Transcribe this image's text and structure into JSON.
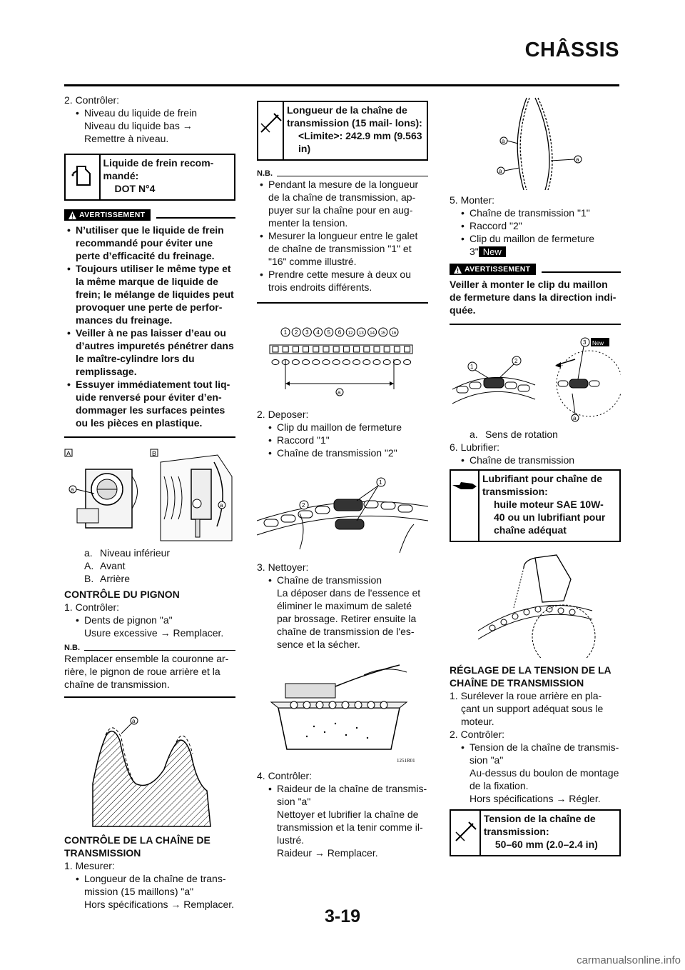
{
  "header": {
    "title": "CHÂSSIS"
  },
  "col1": {
    "step2": "2. Contrôler:",
    "b1": "Niveau du liquide de frein",
    "b1_detail": "Niveau du liquide bas → Remettre à niveau.",
    "spec1": {
      "title": "Liquide de frein recom- mandé:",
      "value": "DOT N°4"
    },
    "warn_label": "AVERTISSEMENT",
    "warn_items": [
      "N’utiliser que le liquide de frein recommandé pour éviter une perte d’efficacité du freinage.",
      "Toujours utiliser le même type et la même marque de liquide de frein; le mélange de liquides peut provoquer une perte de perfor- mances du freinage.",
      "Veiller à ne pas laisser d’eau ou d’autres impuretés pénétrer dans le maître-cylindre lors du remplissage.",
      "Essuyer immédiatement tout liq- uide renversé pour éviter d’en- dommager les surfaces peintes ou les pièces en plastique."
    ],
    "fig1_labels": {
      "A": "A",
      "B": "B",
      "a": "a"
    },
    "captions": [
      {
        "k": "a.",
        "t": "Niveau inférieur"
      },
      {
        "k": "A.",
        "t": "Avant"
      },
      {
        "k": "B.",
        "t": "Arrière"
      }
    ],
    "h_pignon": "CONTRÔLE DU PIGNON",
    "p_step1": "1. Contrôler:",
    "p_b1": "Dents de pignon \"a\"",
    "p_b1_detail": "Usure excessive → Remplacer.",
    "nb_label": "N.B.",
    "nb_text": "Remplacer ensemble la couronne ar- rière, le pignon de roue arrière et la chaîne de transmission.",
    "h_chaine": "CONTRÔLE DE LA CHAÎNE DE TRANSMISSION",
    "c_step1": "1. Mesurer:",
    "c_b1": "Longueur de la chaîne de trans- mission (15 maillons) \"a\"",
    "c_b1_detail": "Hors spécifications → Remplacer."
  },
  "col2": {
    "spec2": {
      "title": "Longueur de la chaîne de transmission (15 mail- lons):",
      "value": "<Limite>: 242.9 mm (9.563 in)"
    },
    "nb_label": "N.B.",
    "nb_items": [
      "Pendant la mesure de la longueur de la chaîne de transmission, ap- puyer sur la chaîne pour en aug- menter la tension.",
      "Mesurer la longueur entre le galet de chaîne de transmission \"1\" et \"16\" comme illustré.",
      "Prendre cette mesure à deux ou trois endroits différents."
    ],
    "fig_chain_nums": [
      "1",
      "2",
      "3",
      "4",
      "5",
      "6",
      "12",
      "13",
      "14",
      "15",
      "16"
    ],
    "step2": "2. Deposer:",
    "s2_items": [
      "Clip du maillon de fermeture",
      "Raccord \"1\"",
      "Chaîne de transmission \"2\""
    ],
    "step3": "3. Nettoyer:",
    "s3_b": "Chaîne de transmission",
    "s3_detail": "La déposer dans de l'essence et éliminer le maximum de saleté par brossage. Retirer ensuite la chaîne de transmission de l'es- sence et la sécher.",
    "fig_clean_code": "1251R01",
    "step4": "4. Contrôler:",
    "s4_b": "Raideur de la chaîne de transmis- sion \"a\"",
    "s4_detail1": "Nettoyer et lubrifier la chaîne de transmission et la tenir comme il- lustré.",
    "s4_detail2": "Raideur → Remplacer."
  },
  "col3": {
    "step5": "5. Monter:",
    "s5_items": [
      "Chaîne de transmission \"1\"",
      "Raccord \"2\""
    ],
    "s5_clip": "Clip du maillon de fermeture",
    "s5_clip_num": "3\"",
    "new_label": "New",
    "warn_label": "AVERTISSEMENT",
    "warn_text": "Veiller à monter le clip du maillon de fermeture dans la direction indi- quée.",
    "caption_a": {
      "k": "a.",
      "t": "Sens de rotation"
    },
    "step6": "6. Lubrifier:",
    "s6_b": "Chaîne de transmission",
    "spec3": {
      "title": "Lubrifiant pour chaîne de transmission:",
      "value": "huile moteur SAE 10W- 40 ou un lubrifiant pour chaîne adéquat"
    },
    "h_reglage": "RÉGLAGE DE LA TENSION DE LA CHAÎNE DE TRANSMISSION",
    "r_step1": "1. Surélever la roue arrière en pla- çant un support adéquat sous le moteur.",
    "r_step2": "2. Contrôler:",
    "r_b": "Tension de la chaîne de transmis- sion \"a\"",
    "r_detail1": "Au-dessus du boulon de montage de la fixation.",
    "r_detail2": "Hors spécifications → Régler.",
    "spec4": {
      "title": "Tension de la chaîne de transmission:",
      "value": "50–60 mm (2.0–2.4 in)"
    }
  },
  "page_number": "3-19",
  "footer": "carmanualsonline.info"
}
